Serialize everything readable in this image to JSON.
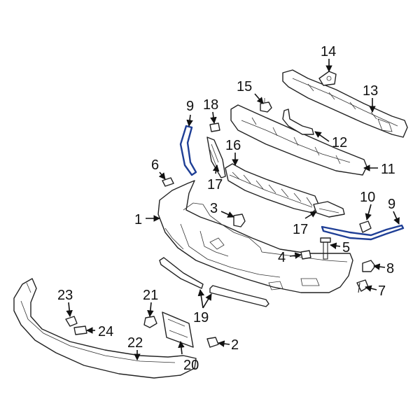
{
  "callouts": {
    "c1": "1",
    "c2": "2",
    "c3": "3",
    "c4": "4",
    "c5": "5",
    "c6": "6",
    "c7": "7",
    "c8": "8",
    "c9a": "9",
    "c9b": "9",
    "c10": "10",
    "c11": "11",
    "c12": "12",
    "c13": "13",
    "c14": "14",
    "c15": "15",
    "c16": "16",
    "c17a": "17",
    "c17b": "17",
    "c18": "18",
    "c19": "19",
    "c20": "20",
    "c21": "21",
    "c22": "22",
    "c23": "23",
    "c24": "24"
  },
  "colors": {
    "highlight": "#1f3f96",
    "line": "#222222"
  }
}
